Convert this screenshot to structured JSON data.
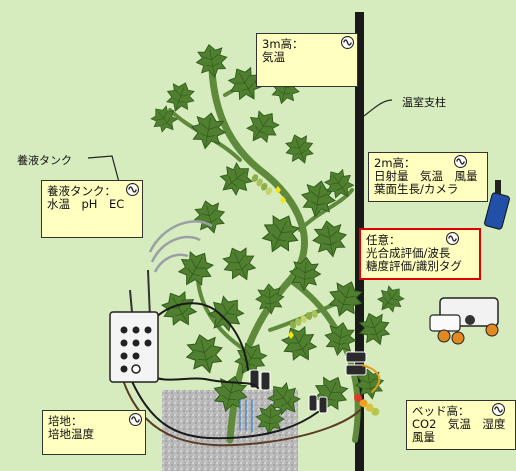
{
  "labels": {
    "pillar": "温室支柱",
    "tank": "養液タンク"
  },
  "notes": {
    "top3m": {
      "lines": [
        "3m高：",
        "気温"
      ]
    },
    "mid2m": {
      "lines": [
        "2m高：",
        "日射量　気温　風量",
        "葉面生長/カメラ"
      ]
    },
    "optional": {
      "lines": [
        "任意：",
        "光合成評価/波長",
        "糖度評価/識別タグ"
      ]
    },
    "tank": {
      "lines": [
        "養液タンク：",
        "水温　pH　EC"
      ]
    },
    "medium": {
      "lines": [
        "培地：",
        "培地温度"
      ]
    },
    "bed": {
      "lines": [
        "ベッド高：",
        "CO2　気温　湿度",
        "風量"
      ]
    }
  }
}
